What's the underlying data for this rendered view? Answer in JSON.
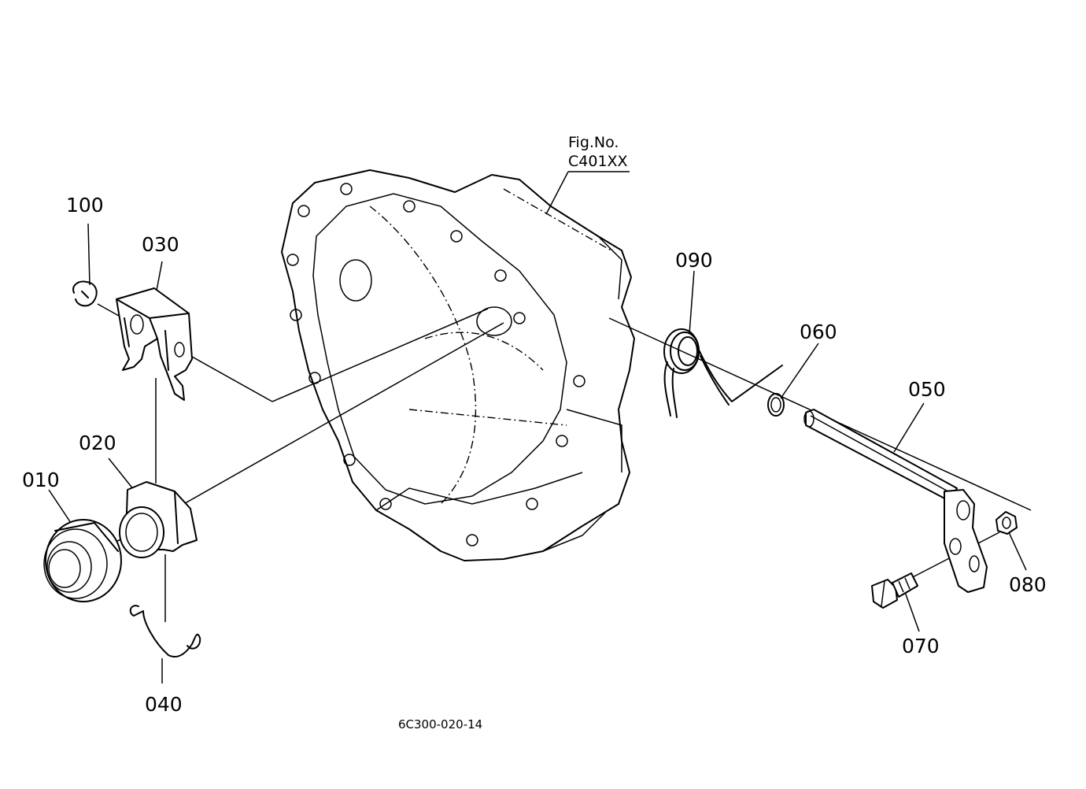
{
  "figure_reference": {
    "line1": "Fig.No.",
    "line2": "C401XX"
  },
  "drawing_code": "6C300-020-14",
  "callouts": {
    "p010": "010",
    "p020": "020",
    "p030": "030",
    "p040": "040",
    "p050": "050",
    "p060": "060",
    "p070": "070",
    "p080": "080",
    "p090": "090",
    "p100": "100"
  }
}
